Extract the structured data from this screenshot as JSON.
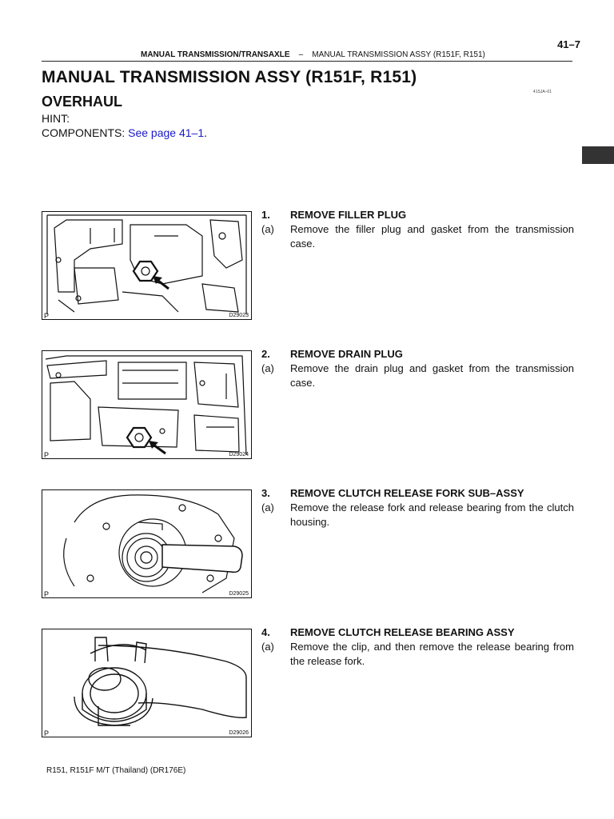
{
  "header": {
    "page_number": "41–7",
    "section": "MANUAL TRANSMISSION/TRANSAXLE",
    "separator": "–",
    "subsection": "MANUAL TRANSMISSION ASSY (R151F, R151)"
  },
  "title": "MANUAL TRANSMISSION ASSY (R151F, R151)",
  "doc_code": "41SJA–01",
  "subtitle": "OVERHAUL",
  "hint_label": "HINT:",
  "components_label": "COMPONENTS:",
  "components_link": "See page 41–1",
  "components_period": ".",
  "steps": [
    {
      "num": "1.",
      "heading": "REMOVE FILLER PLUG",
      "sub": "(a)",
      "text": "Remove the filler plug and gasket from the transmission case.",
      "fig_id": "D29023",
      "fig_mark": "P"
    },
    {
      "num": "2.",
      "heading": "REMOVE DRAIN PLUG",
      "sub": "(a)",
      "text": "Remove the drain plug and gasket from the transmission case.",
      "fig_id": "D29024",
      "fig_mark": "P"
    },
    {
      "num": "3.",
      "heading": "REMOVE CLUTCH RELEASE FORK SUB–ASSY",
      "sub": "(a)",
      "text": "Remove the release fork and release bearing from the clutch housing.",
      "fig_id": "D29025",
      "fig_mark": "P"
    },
    {
      "num": "4.",
      "heading": "REMOVE CLUTCH RELEASE BEARING ASSY",
      "sub": "(a)",
      "text": "Remove the clip, and then remove the release bearing from the release fork.",
      "fig_id": "D29026",
      "fig_mark": "P"
    }
  ],
  "footer": "R151, R151F M/T (Thailand)   (DR176E)"
}
